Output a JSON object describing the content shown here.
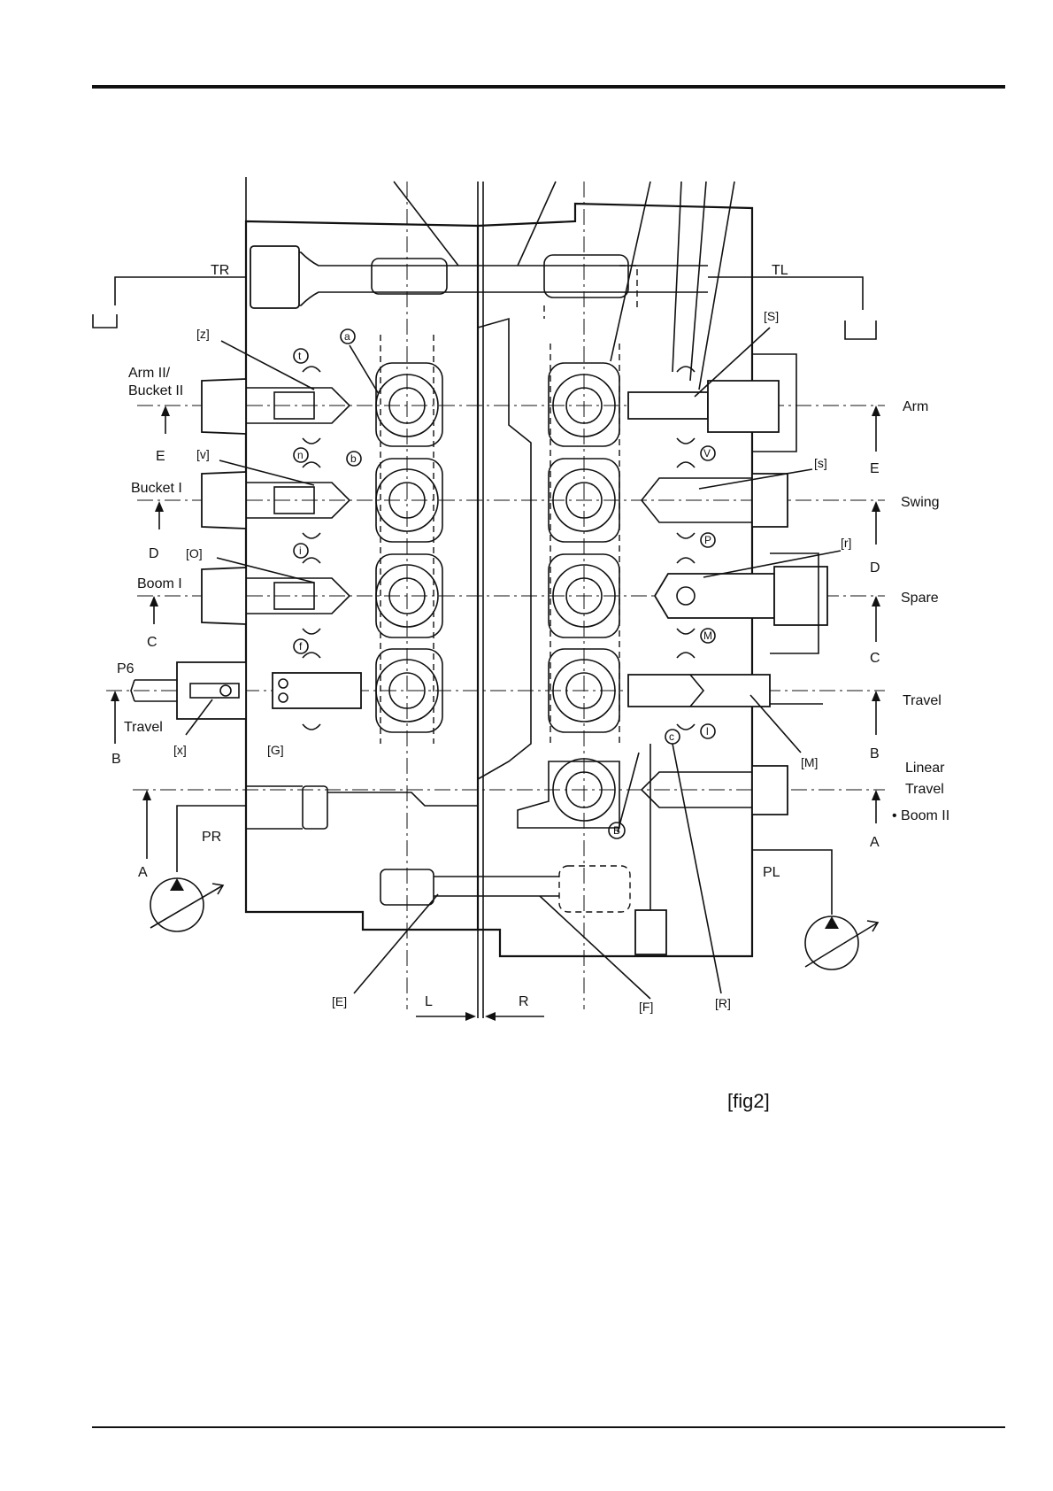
{
  "figure_caption": "[fig2]",
  "ports": {
    "tr": "TR",
    "tl": "TL",
    "pr": "PR",
    "pl": "PL",
    "p6": "P6"
  },
  "left_labels": {
    "arm2_line1": "Arm II/",
    "arm2_line2": "Bucket II",
    "bucket1": "Bucket I",
    "boom1": "Boom I",
    "travel": "Travel"
  },
  "right_labels": {
    "arm": "Arm",
    "swing": "Swing",
    "spare": "Spare",
    "travel": "Travel",
    "linear_line1": "Linear",
    "linear_line2": "Travel",
    "boom2": "• Boom II"
  },
  "section_letters_left": [
    "E",
    "D",
    "C",
    "B",
    "A"
  ],
  "section_letters_right": [
    "E",
    "D",
    "C",
    "B",
    "A"
  ],
  "bracket_labels": {
    "z": "[z]",
    "v": "[v]",
    "o": "[O]",
    "x": "[x]",
    "g": "[G]",
    "s_upper": "[S]",
    "s_lower": "[s]",
    "r_lower": "[r]",
    "m": "[M]",
    "e": "[E]",
    "f": "[F]",
    "r_upper": "[R]"
  },
  "circled_labels": {
    "a": "a",
    "t": "t",
    "b": "b",
    "n": "n",
    "i": "i",
    "f": "f",
    "v": "V",
    "p": "P",
    "m": "M",
    "l": "l",
    "c": "c",
    "big_b": "B"
  },
  "split_labels": {
    "left": "L",
    "right": "R"
  }
}
